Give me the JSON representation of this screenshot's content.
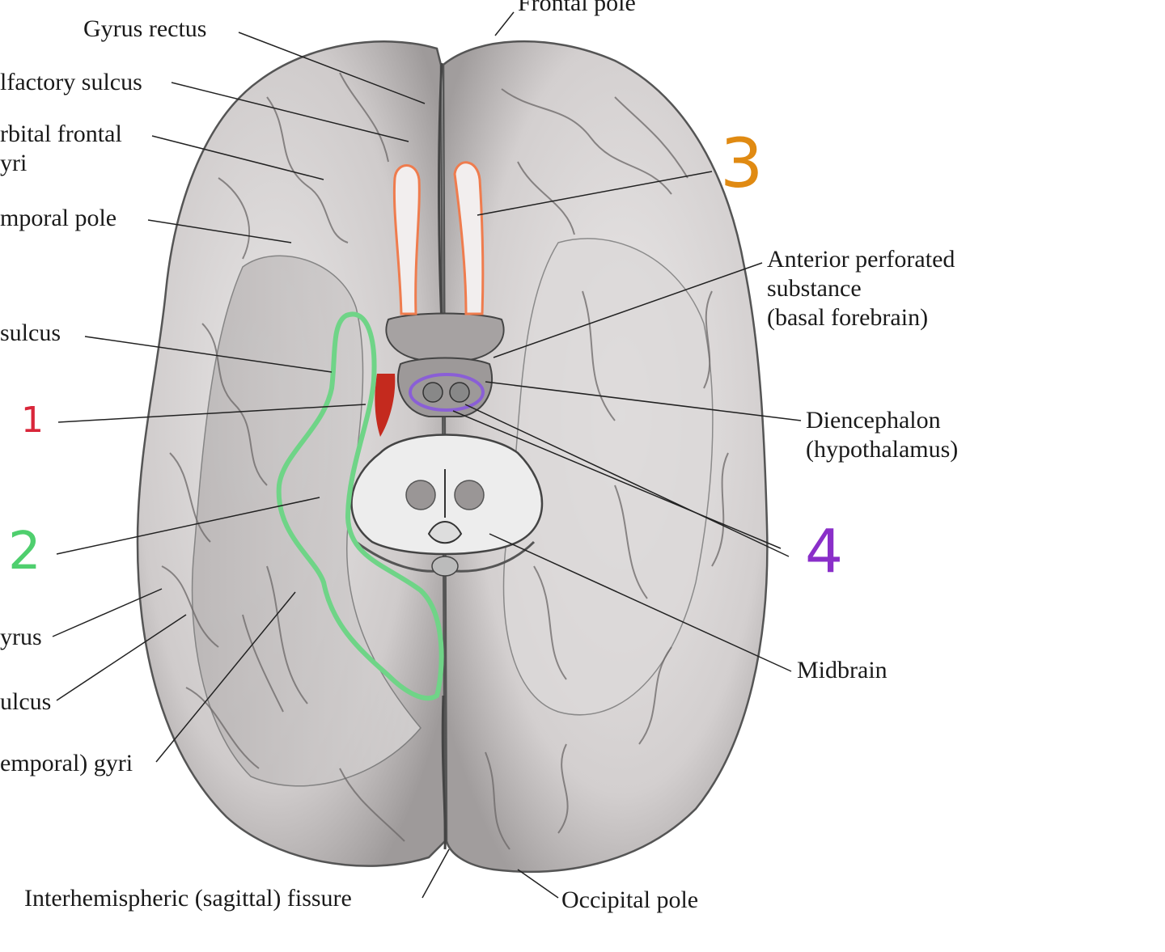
{
  "labels": {
    "frontal_pole": "Frontal pole",
    "gyrus_rectus": "Gyrus rectus",
    "olfactory_sulcus": "lfactory sulcus",
    "orbital_frontal_1": "rbital frontal",
    "orbital_frontal_2": "yri",
    "temporal_pole": "mporal pole",
    "sulcus": "sulcus",
    "gyrus": "yrus",
    "ulcus": "ulcus",
    "temporal_gyri": "emporal) gyri",
    "interhemispheric": "Interhemispheric (sagittal) fissure",
    "occipital_pole": "Occipital pole",
    "anterior_perf_1": "Anterior perforated",
    "anterior_perf_2": "substance",
    "anterior_perf_3": "(basal forebrain)",
    "diencephalon_1": "Diencephalon",
    "diencephalon_2": "(hypothalamus)",
    "midbrain": "Midbrain"
  },
  "annotations": {
    "n1": "1",
    "n2": "2",
    "n3": "3",
    "n4": "4"
  },
  "colors": {
    "n1": "#d9263a",
    "n2": "#4fcf6e",
    "n3": "#e08a12",
    "n4": "#8a2fc9",
    "olfactory_outline": "#ef7c4e",
    "red_region": "#c42a1e",
    "green_outline": "#6fd487",
    "purple_outline": "#8a5fd6"
  }
}
